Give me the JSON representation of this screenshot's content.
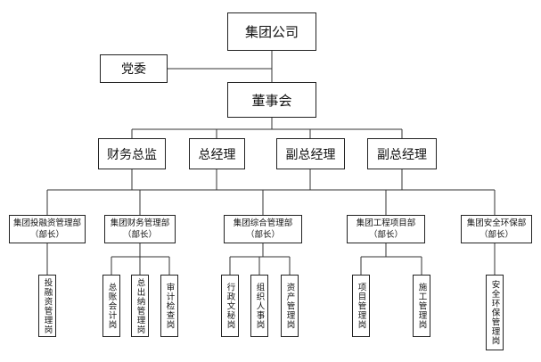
{
  "top": {
    "company": "集团公司",
    "party": "党委",
    "board": "董事会"
  },
  "executives": [
    "财务总监",
    "总经理",
    "副总经理",
    "副总经理"
  ],
  "departments": [
    {
      "name": "集团投融资管理部",
      "role": "（部长）",
      "posts": [
        "投融资管理岗"
      ]
    },
    {
      "name": "集团财务管理部",
      "role": "（部长）",
      "posts": [
        "总账会计岗",
        "总出纳管理岗",
        "审计检查岗"
      ]
    },
    {
      "name": "集团综合管理部",
      "role": "（部长）",
      "posts": [
        "行政文秘岗",
        "组织人事岗",
        "资产管理岗"
      ]
    },
    {
      "name": "集团工程项目部",
      "role": "（部长）",
      "posts": [
        "项目管理岗",
        "施工管理岗"
      ]
    },
    {
      "name": "集团安全环保部",
      "role": "（部长）",
      "posts": [
        "安全环保管理岗"
      ]
    }
  ]
}
